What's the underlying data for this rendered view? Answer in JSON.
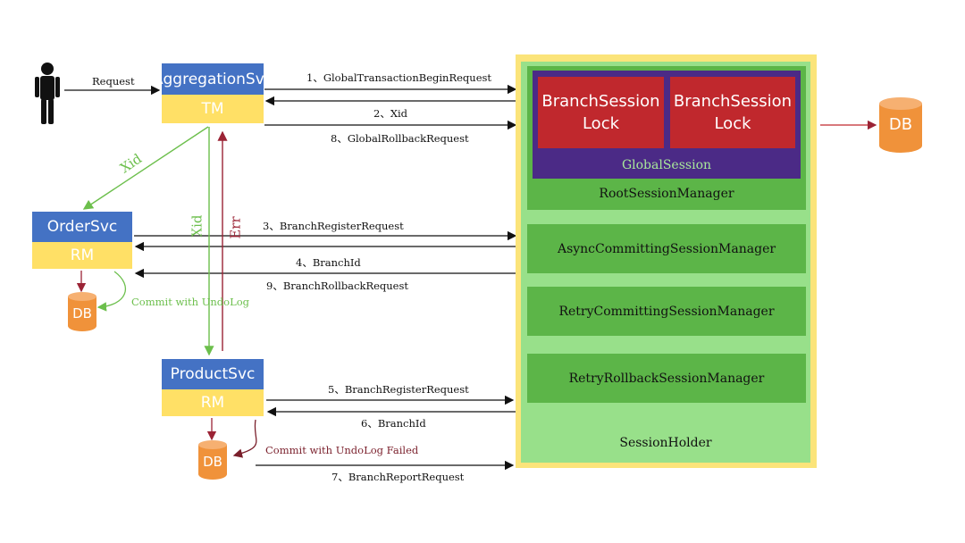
{
  "actor": {
    "request_label": "Request"
  },
  "services": {
    "aggregation": {
      "name": "AggregationSvc",
      "role": "TM"
    },
    "order": {
      "name": "OrderSvc",
      "role": "RM"
    },
    "product": {
      "name": "ProductSvc",
      "role": "RM"
    }
  },
  "messages": {
    "m1": "1、GlobalTransactionBeginRequest",
    "m2": "2、Xid",
    "m8": "8、GlobalRollbackRequest",
    "m3": "3、BranchRegisterRequest",
    "m4": "4、BranchId",
    "m9": "9、BranchRollbackRequest",
    "m5": "5、BranchRegisterRequest",
    "m6": "6、BranchId",
    "m7": "7、BranchReportRequest"
  },
  "flow_labels": {
    "xid_order": "Xid",
    "xid_product": "Xid",
    "err": "Err",
    "commit_order": "Commit with UndoLog",
    "commit_product": "Commit with UndoLog Failed"
  },
  "server": {
    "locks": [
      "BranchSession\nLock",
      "BranchSession\nLock"
    ],
    "global_session": "GlobalSession",
    "root_manager": "RootSessionManager",
    "async_manager": "AsyncCommittingSessionManager",
    "retry_commit_manager": "RetryCommittingSessionManager",
    "retry_rollback_manager": "RetryRollbackSessionManager",
    "session_holder": "SessionHolder"
  },
  "databases": {
    "order_db": "DB",
    "product_db": "DB",
    "server_db": "DB"
  },
  "colors": {
    "service_blue": "#4472c4",
    "role_yellow": "#ffe066",
    "server_outer_yellow": "#fbe47a",
    "server_green": "#98e08a",
    "manager_green": "#5cb548",
    "global_purple": "#4b2a86",
    "lock_red": "#c0282d",
    "db_orange": "#f0923a",
    "xid_green": "#6cbf4c",
    "err_red": "#9b2335"
  }
}
